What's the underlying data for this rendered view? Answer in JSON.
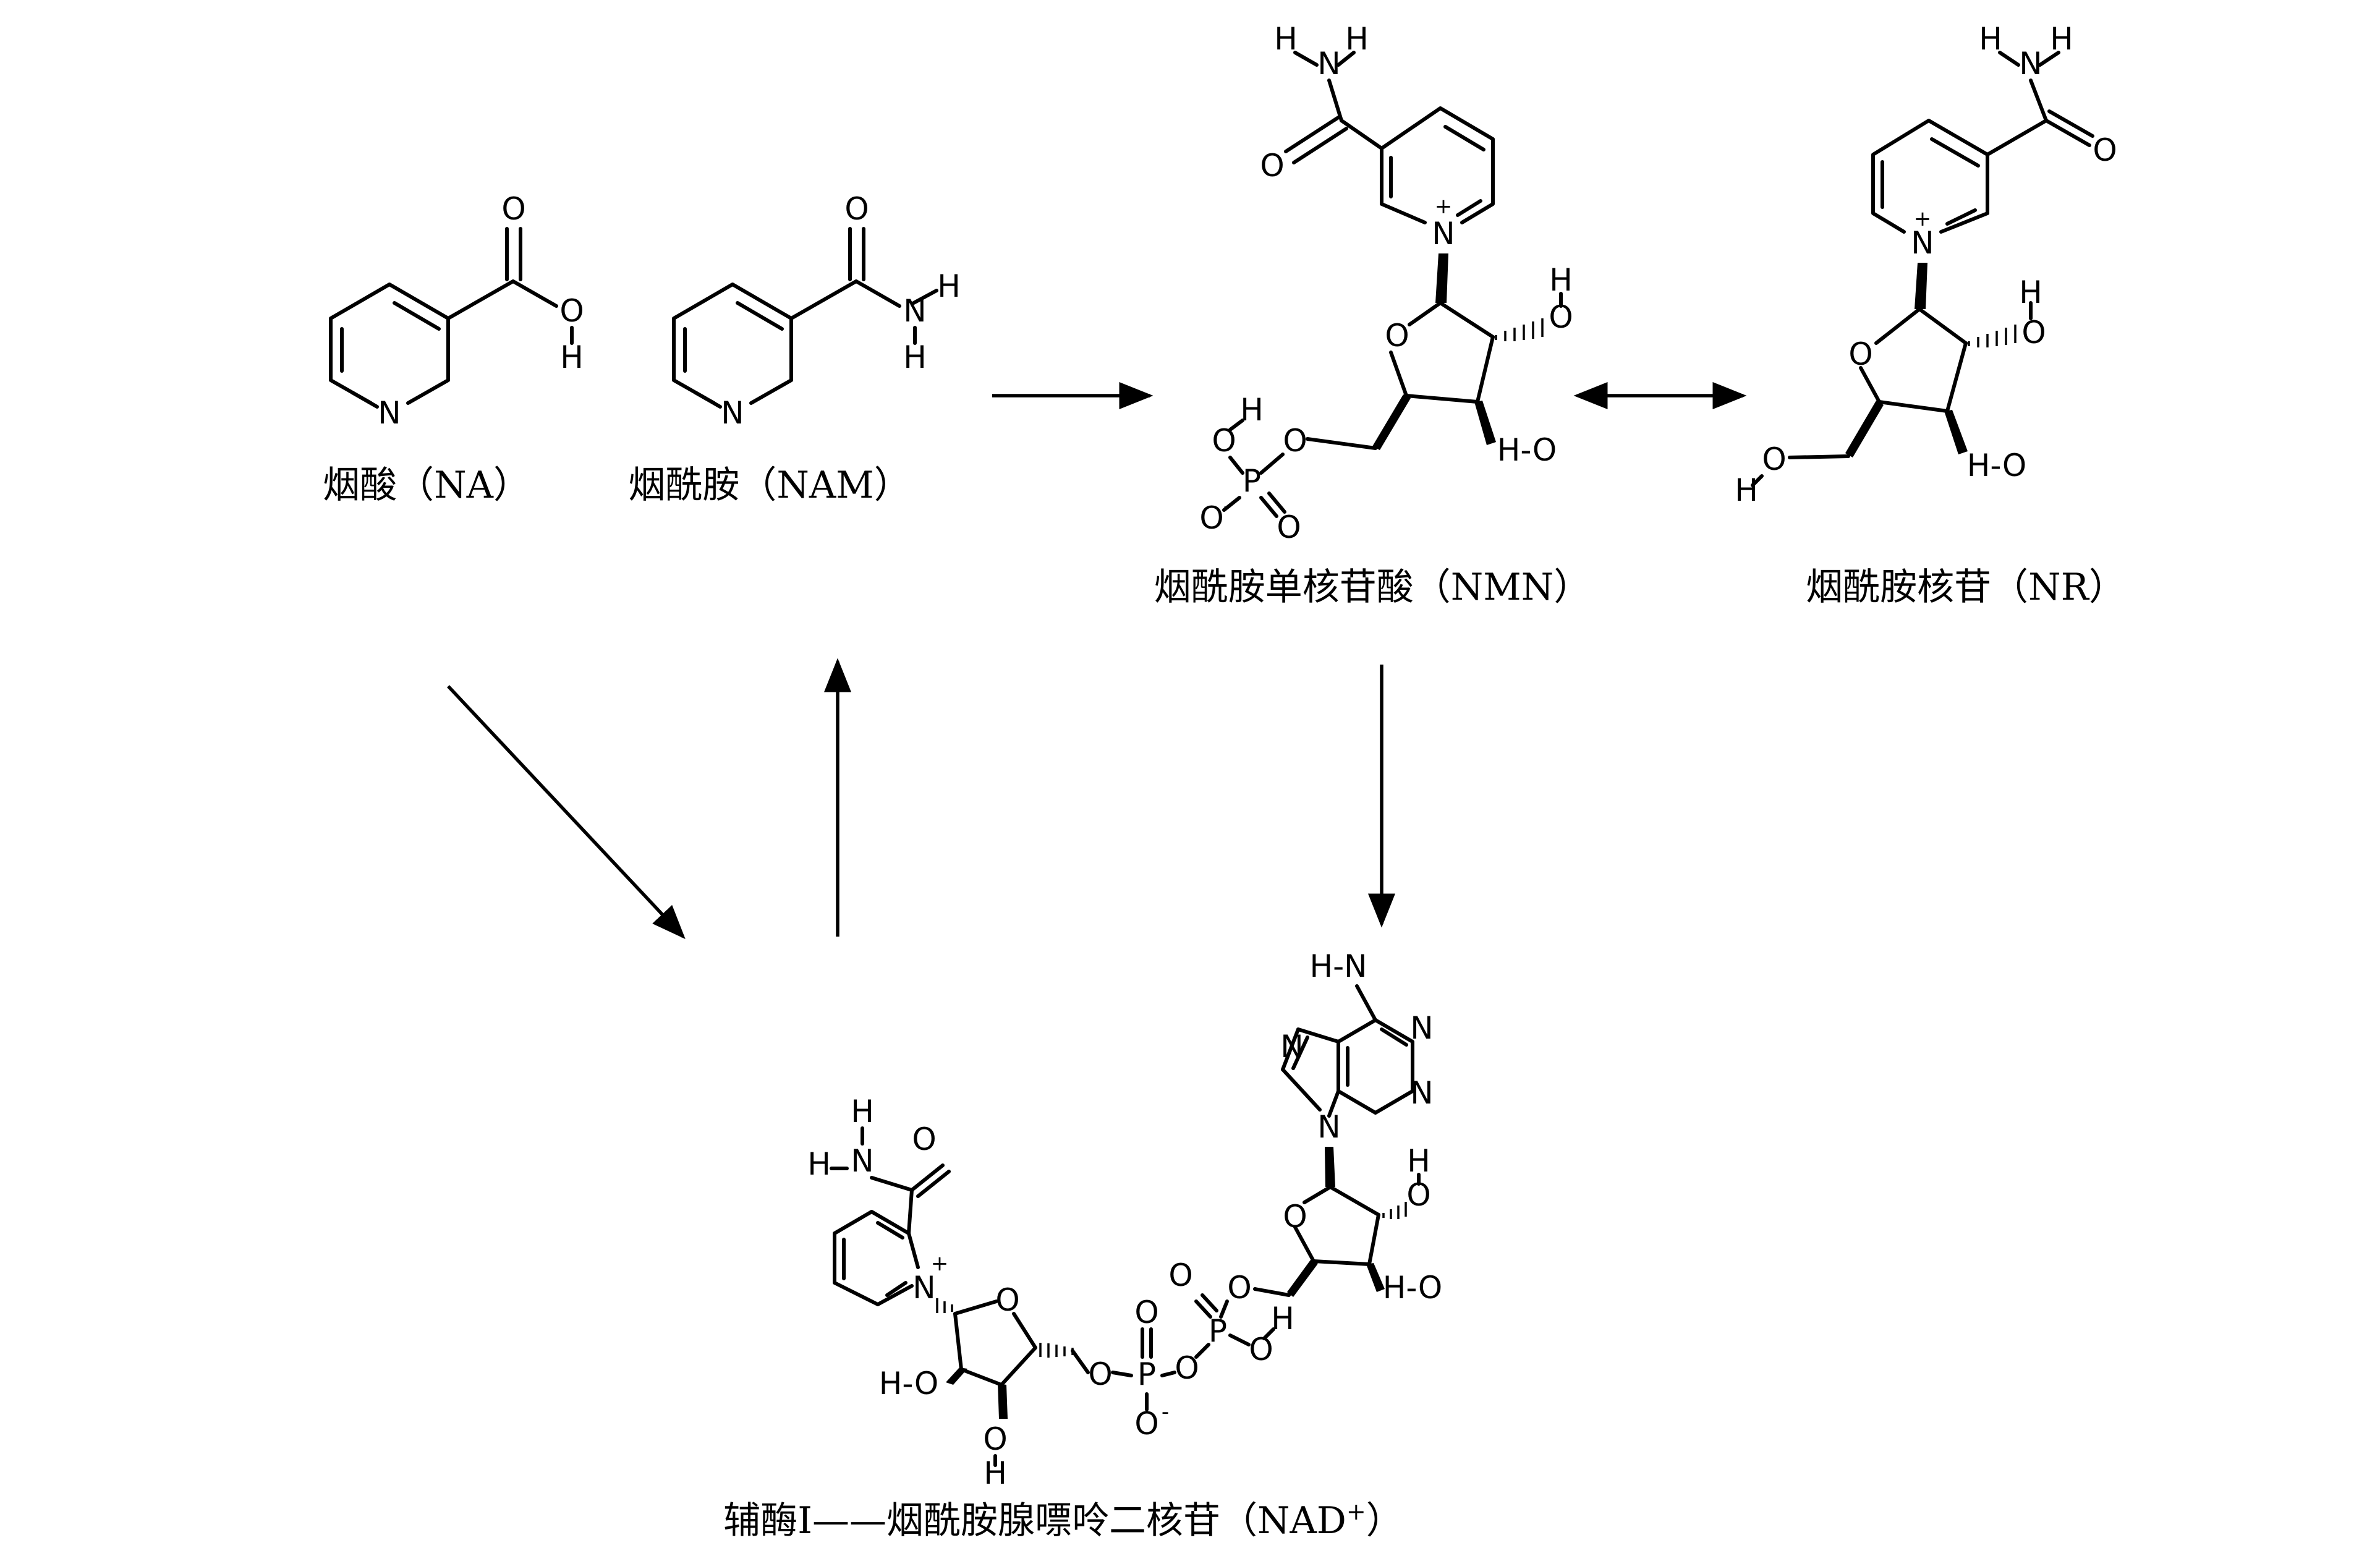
{
  "labels": {
    "na": "烟酸（NA）",
    "nam": "烟酰胺（NAM）",
    "nmn": "烟酰胺单核苷酸（NMN）",
    "nr": "烟酰胺核苷（NR）",
    "nad_main": "辅酶Ⅰ——烟酰胺腺嘌呤二核苷（NAD",
    "nad_sup": "+",
    "nad_end": "）"
  },
  "atoms": {
    "N": "N",
    "O": "O",
    "H": "H",
    "P": "P",
    "plus": "+",
    "minus": "-",
    "NH": "N-H",
    "HN": "H-N",
    "HO": "H-O"
  }
}
